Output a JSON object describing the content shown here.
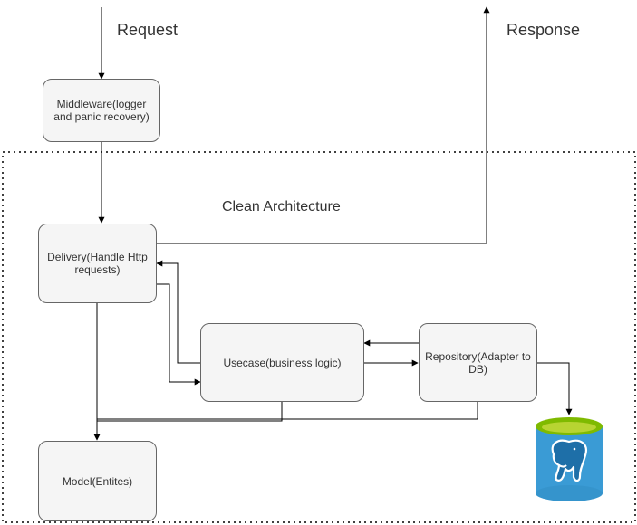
{
  "labels": {
    "request": "Request",
    "response": "Response",
    "boundary": "Clean Architecture"
  },
  "nodes": {
    "middleware": "Middleware(logger and panic recovery)",
    "delivery": "Delivery(Handle Http requests)",
    "usecase": "Usecase(business logic)",
    "repository": "Repository(Adapter to DB)",
    "model": "Model(Entites)"
  },
  "database": {
    "icon": "postgresql-elephant-icon",
    "colors": {
      "body": "#3a9bd5",
      "top_ring": "#7fba00",
      "top_inner": "#b8d432"
    }
  },
  "colors": {
    "node_fill": "#f5f5f5",
    "node_border": "#666666",
    "edge": "#000000"
  }
}
